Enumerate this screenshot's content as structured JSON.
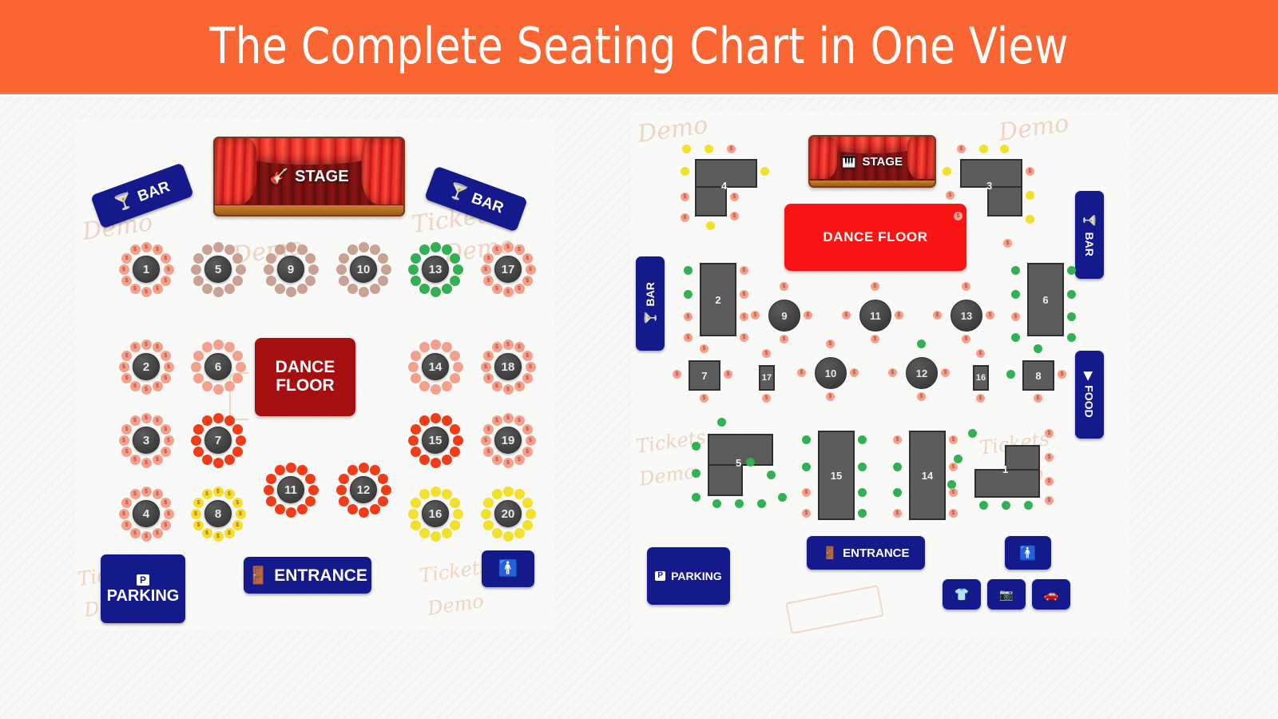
{
  "header": {
    "title": "The Complete Seating Chart in One View"
  },
  "colors": {
    "header_bg": "#fa6633",
    "header_text": "#ffffff",
    "sign_blue": "#141a8c",
    "table_gray": "#5c5c5c",
    "dance_floor_dark_red": "#a50f10",
    "dance_floor_bright_red": "#fb1414",
    "seat_salmon": "#f5a08c",
    "seat_red": "#f23c18",
    "seat_yellow": "#f2e02a",
    "seat_green": "#33b054",
    "seat_tan": "#c9a294",
    "background": "#f7f7f5"
  },
  "seat_marker": "$",
  "watermark_text": "Demo",
  "watermark_text_alt": "Tickets",
  "left_chart": {
    "stage": {
      "label": "STAGE",
      "icon": "guitar-icon"
    },
    "dance_floor": {
      "label": "DANCE FLOOR",
      "line1": "DANCE",
      "line2": "FLOOR"
    },
    "bars": [
      {
        "label": "BAR",
        "icon": "cocktail-icon",
        "position": "top-left",
        "rotation": -20
      },
      {
        "label": "BAR",
        "icon": "cocktail-icon",
        "position": "top-right",
        "rotation": 20
      }
    ],
    "amenities": [
      {
        "label": "PARKING",
        "icon": "parking-icon",
        "name": "parking-sign"
      },
      {
        "label": "ENTRANCE",
        "icon": "door-icon",
        "name": "entrance-sign"
      },
      {
        "label": "",
        "icon": "restroom-icon",
        "name": "restroom-sign"
      }
    ],
    "tables": [
      {
        "id": "1",
        "seats": 12,
        "seat_color": "salmon",
        "marked": true
      },
      {
        "id": "2",
        "seats": 12,
        "seat_color": "salmon",
        "marked": true
      },
      {
        "id": "3",
        "seats": 12,
        "seat_color": "salmon",
        "marked": true
      },
      {
        "id": "4",
        "seats": 12,
        "seat_color": "salmon",
        "marked": true
      },
      {
        "id": "5",
        "seats": 12,
        "seat_color": "tan",
        "marked": false
      },
      {
        "id": "6",
        "seats": 12,
        "seat_color": "salmon",
        "marked": false
      },
      {
        "id": "7",
        "seats": 12,
        "seat_color": "red",
        "marked": false
      },
      {
        "id": "8",
        "seats": 12,
        "seat_color": "yellow",
        "marked": true
      },
      {
        "id": "9",
        "seats": 12,
        "seat_color": "tan",
        "marked": false
      },
      {
        "id": "10",
        "seats": 12,
        "seat_color": "tan",
        "marked": false
      },
      {
        "id": "11",
        "seats": 12,
        "seat_color": "red",
        "marked": false
      },
      {
        "id": "12",
        "seats": 12,
        "seat_color": "red",
        "marked": false
      },
      {
        "id": "13",
        "seats": 12,
        "seat_color": "green",
        "marked": false
      },
      {
        "id": "14",
        "seats": 12,
        "seat_color": "salmon",
        "marked": false
      },
      {
        "id": "15",
        "seats": 12,
        "seat_color": "red",
        "marked": false
      },
      {
        "id": "16",
        "seats": 12,
        "seat_color": "yellow",
        "marked": false
      },
      {
        "id": "17",
        "seats": 12,
        "seat_color": "salmon",
        "marked": true
      },
      {
        "id": "18",
        "seats": 12,
        "seat_color": "salmon",
        "marked": true
      },
      {
        "id": "19",
        "seats": 12,
        "seat_color": "salmon",
        "marked": true
      },
      {
        "id": "20",
        "seats": 12,
        "seat_color": "yellow",
        "marked": false
      }
    ]
  },
  "right_chart": {
    "stage": {
      "label": "STAGE",
      "icon": "drum-icon"
    },
    "dance_floor": {
      "label": "DANCE FLOOR"
    },
    "bars": [
      {
        "label": "BAR",
        "icon": "cocktail-icon",
        "position": "left",
        "orientation": "vertical"
      },
      {
        "label": "BAR",
        "icon": "cocktail-icon",
        "position": "right-top",
        "orientation": "vertical"
      }
    ],
    "food": {
      "label": "FOOD",
      "icon": "food-icon",
      "orientation": "vertical"
    },
    "amenities": [
      {
        "label": "PARKING",
        "icon": "parking-icon",
        "name": "parking-sign"
      },
      {
        "label": "ENTRANCE",
        "icon": "door-icon",
        "name": "entrance-sign"
      },
      {
        "label": "",
        "icon": "restroom-icon",
        "name": "restroom-sign"
      },
      {
        "label": "",
        "icon": "coat-check-icon",
        "name": "coat-check-sign"
      },
      {
        "label": "",
        "icon": "camera-icon",
        "name": "camera-sign"
      },
      {
        "label": "",
        "icon": "taxi-icon",
        "name": "taxi-sign"
      }
    ],
    "tables": [
      {
        "id": "1",
        "shape": "l-shape",
        "seats": 10,
        "seat_colors": [
          "green",
          "salmon"
        ]
      },
      {
        "id": "2",
        "shape": "rectangle",
        "seats": 8,
        "seat_colors": [
          "green",
          "salmon"
        ]
      },
      {
        "id": "3",
        "shape": "l-shape",
        "seats": 9,
        "seat_colors": [
          "yellow",
          "salmon"
        ]
      },
      {
        "id": "4",
        "shape": "l-shape",
        "seats": 10,
        "seat_colors": [
          "yellow",
          "salmon"
        ]
      },
      {
        "id": "5",
        "shape": "l-shape",
        "seats": 10,
        "seat_colors": [
          "green"
        ]
      },
      {
        "id": "6",
        "shape": "rectangle",
        "seats": 8,
        "seat_colors": [
          "green",
          "salmon"
        ]
      },
      {
        "id": "7",
        "shape": "square",
        "seats": 4,
        "seat_colors": [
          "salmon"
        ]
      },
      {
        "id": "8",
        "shape": "square",
        "seats": 4,
        "seat_colors": [
          "green",
          "salmon"
        ]
      },
      {
        "id": "9",
        "shape": "round",
        "seats": 4,
        "seat_colors": [
          "salmon"
        ]
      },
      {
        "id": "10",
        "shape": "round",
        "seats": 4,
        "seat_colors": [
          "salmon",
          "green"
        ]
      },
      {
        "id": "11",
        "shape": "round",
        "seats": 4,
        "seat_colors": [
          "salmon"
        ]
      },
      {
        "id": "12",
        "shape": "round",
        "seats": 4,
        "seat_colors": [
          "salmon",
          "green"
        ]
      },
      {
        "id": "13",
        "shape": "round",
        "seats": 4,
        "seat_colors": [
          "salmon"
        ]
      },
      {
        "id": "14",
        "shape": "rectangle",
        "seats": 8,
        "seat_colors": [
          "salmon",
          "green"
        ]
      },
      {
        "id": "15",
        "shape": "rectangle",
        "seats": 8,
        "seat_colors": [
          "green",
          "salmon"
        ]
      },
      {
        "id": "16",
        "shape": "small-rect",
        "seats": 2,
        "seat_colors": [
          "salmon"
        ]
      },
      {
        "id": "17",
        "shape": "small-rect",
        "seats": 2,
        "seat_colors": [
          "salmon"
        ]
      }
    ]
  }
}
